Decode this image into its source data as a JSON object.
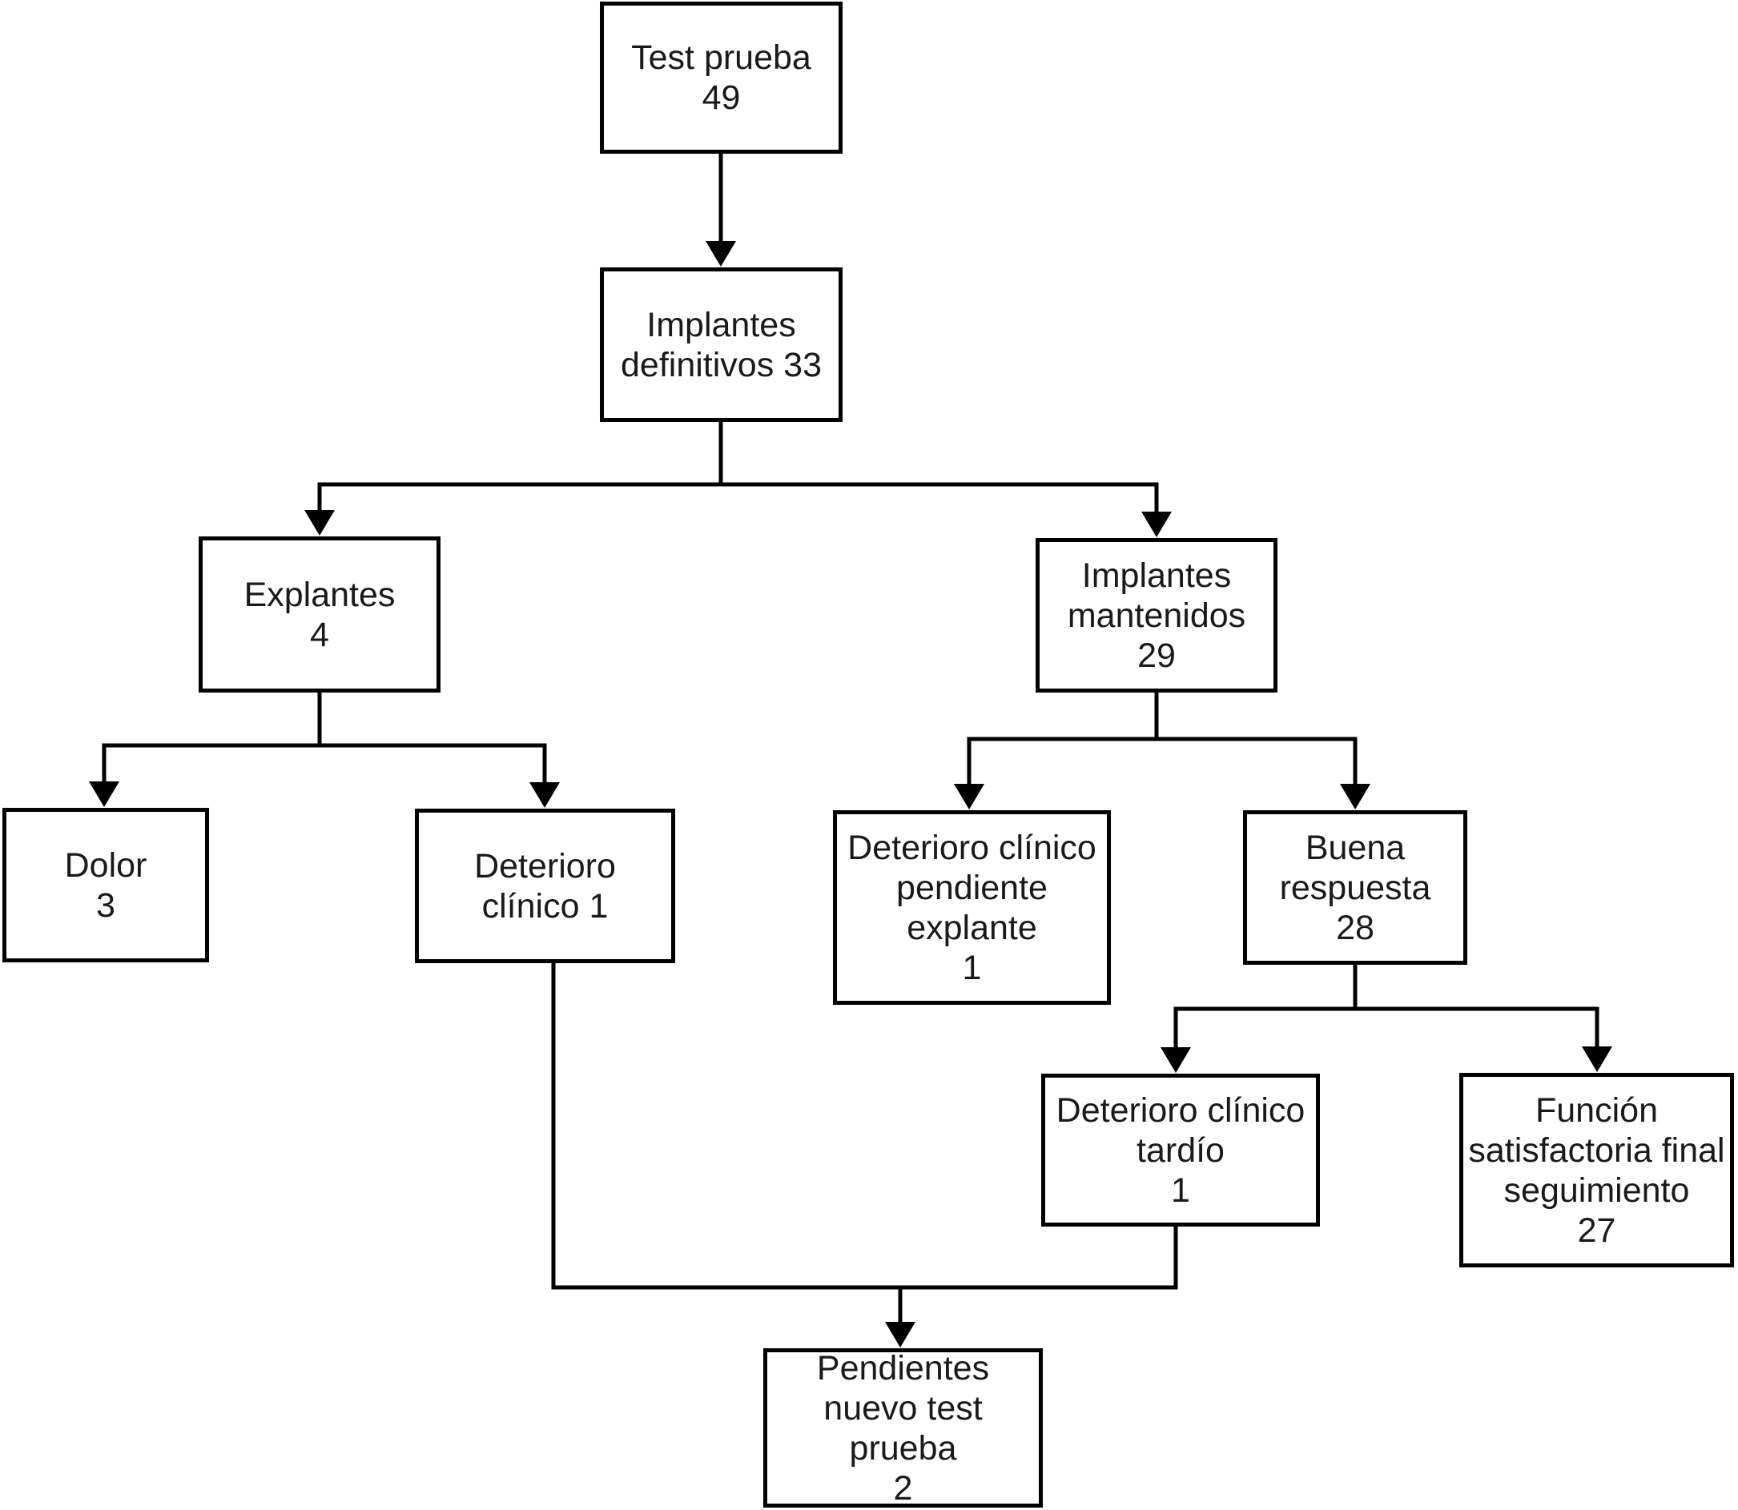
{
  "diagram": {
    "nodes": {
      "test_prueba": "Test prueba\n49",
      "implantes_definitivos": "Implantes\ndefinitivos 33",
      "explantes": "Explantes\n4",
      "implantes_mantenidos": "Implantes\nmantenidos\n29",
      "dolor": "Dolor\n3",
      "deterioro_clinico": "Deterioro\nclínico 1",
      "deterioro_clinico_pendiente_explante": "Deterioro clínico\npendiente\nexplante\n1",
      "buena_respuesta": "Buena respuesta\n28",
      "deterioro_clinico_tardio": "Deterioro clínico\ntardío\n1",
      "funcion_satisfactoria": "Función\nsatisfactoria final\nseguimiento\n27",
      "pendientes_nuevo_test": "Pendientes\nnuevo test\nprueba\n2"
    },
    "colors": {
      "line": "#000000",
      "box_border": "#000000",
      "text": "#1a1a1a",
      "background": "#ffffff"
    }
  }
}
